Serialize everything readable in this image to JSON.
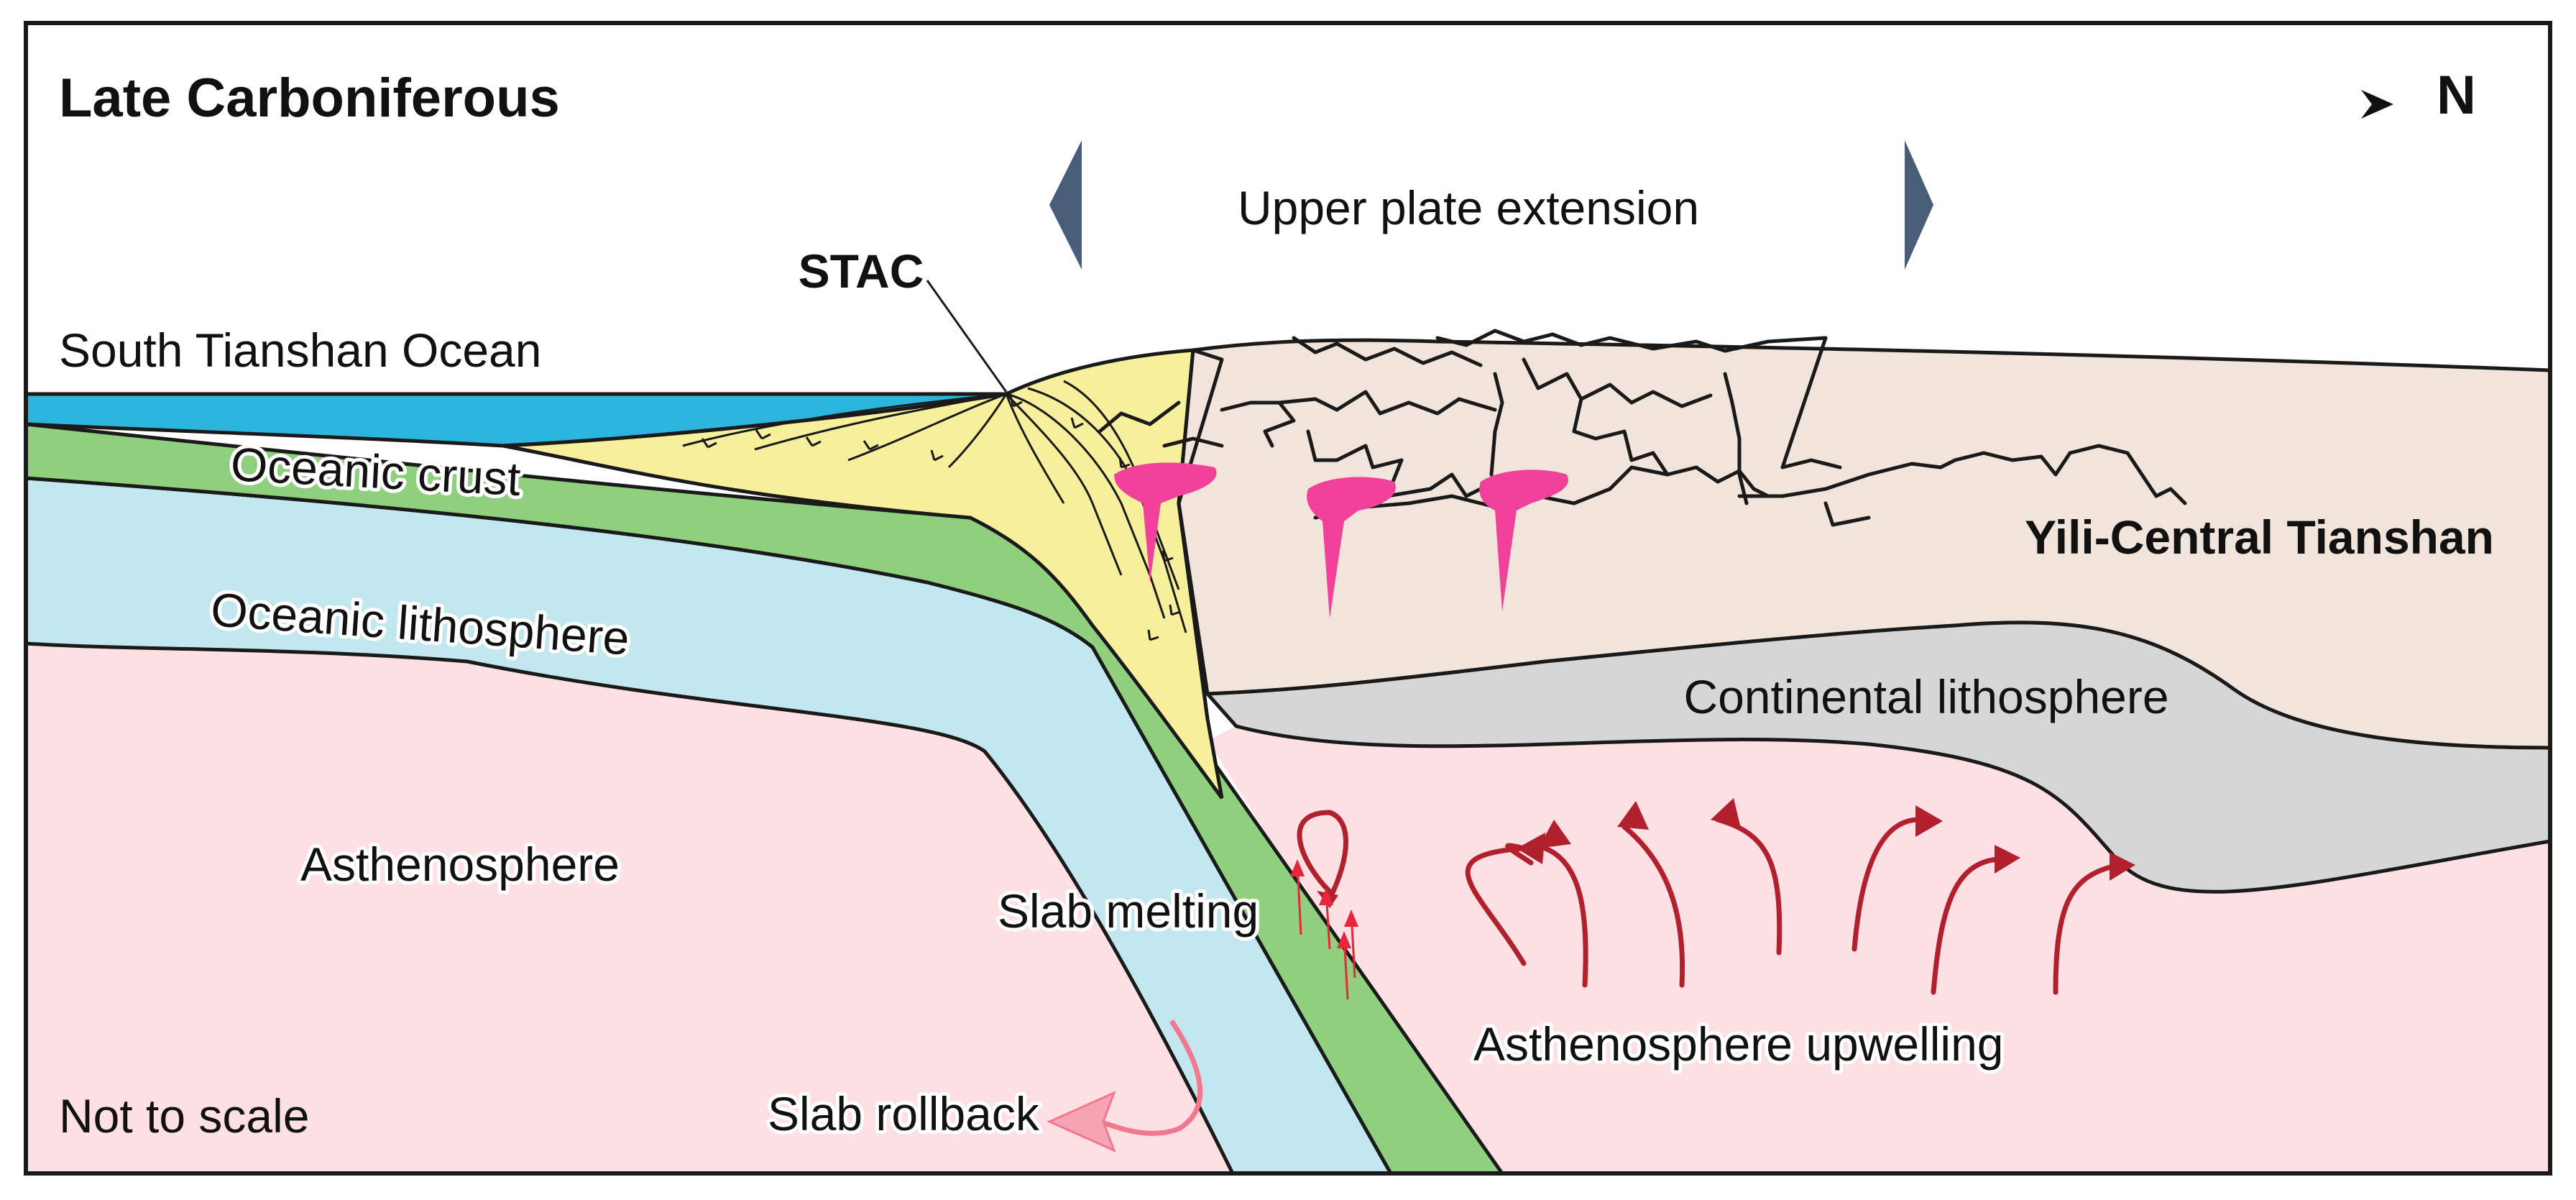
{
  "title": "Late Carboniferous",
  "compass": {
    "label": "N",
    "icon": "north-arrow-icon"
  },
  "labels": {
    "upper_plate_extension": "Upper plate extension",
    "stac": "STAC",
    "south_tianshan_ocean": "South Tianshan Ocean",
    "oceanic_crust": "Oceanic crust",
    "oceanic_lithosphere": "Oceanic lithosphere",
    "yili_central_tianshan": "Yili-Central Tianshan",
    "continental_lithosphere": "Continental lithosphere",
    "asthenosphere": "Asthenosphere",
    "slab_melting": "Slab melting",
    "asthenosphere_upwelling": "Asthenosphere upwelling",
    "slab_rollback": "Slab rollback",
    "not_to_scale": "Not to scale"
  },
  "colors": {
    "ocean_water": "#2bb5dd",
    "oceanic_crust": "#8ed07e",
    "oceanic_lithosphere": "#c3e7ee",
    "asthenosphere": "#fde0e3",
    "accretionary_complex": "#f6ef9b",
    "continental_crust": "#f0e4db",
    "continental_lithosphere": "#d6d6d6",
    "intrusions": "#f2419a",
    "upwelling_arrows": "#b1202c",
    "rollback_arrow": "#f2788d",
    "extension_arrows": "#4a5d78",
    "outline": "#1a1a1a"
  }
}
